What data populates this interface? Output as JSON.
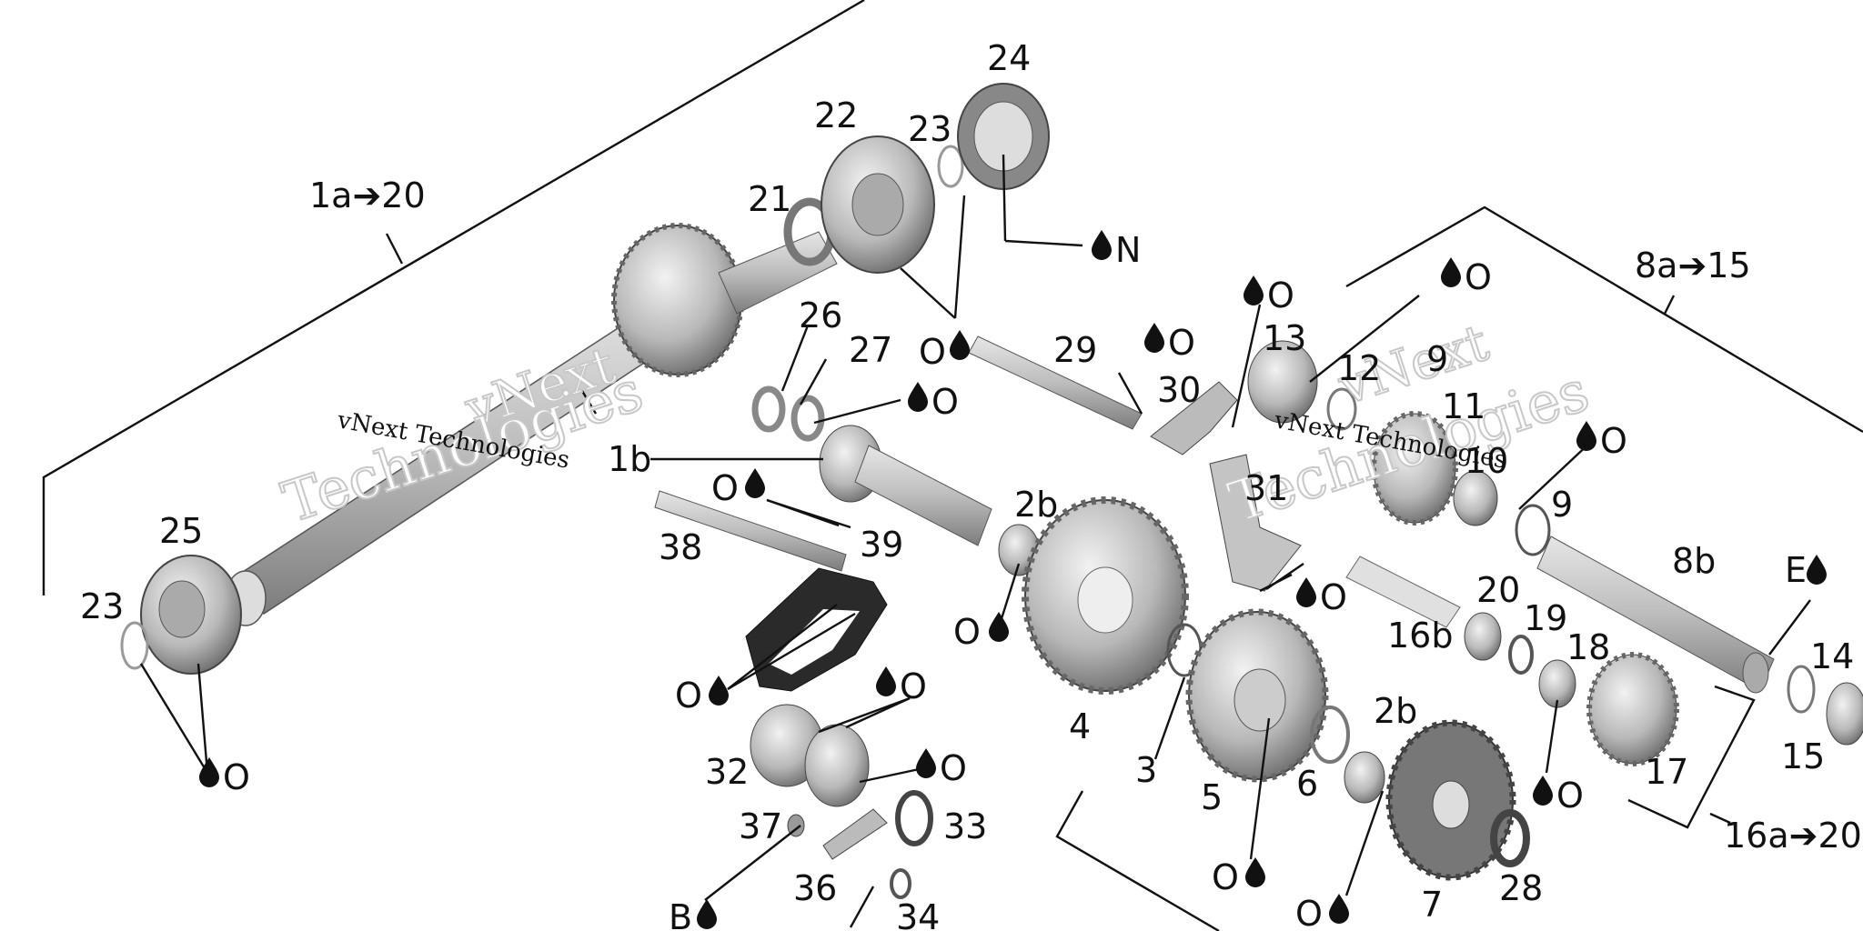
{
  "callouts": {
    "c1a_20": "1a➔20",
    "c8a_15": "8a➔15",
    "c16a_20": "16a➔20",
    "c1b": "1b",
    "c2b_a": "2b",
    "c2b_b": "2b",
    "c3": "3",
    "c4": "4",
    "c5": "5",
    "c6": "6",
    "c7": "7",
    "c8b": "8b",
    "c9_a": "9",
    "c9_b": "9",
    "c10": "10",
    "c11": "11",
    "c12": "12",
    "c13": "13",
    "c14": "14",
    "c15": "15",
    "c16b": "16b",
    "c17": "17",
    "c18": "18",
    "c19": "19",
    "c20": "20",
    "c21": "21",
    "c22": "22",
    "c23_a": "23",
    "c23_b": "23",
    "c24": "24",
    "c25": "25",
    "c26": "26",
    "c27": "27",
    "c28": "28",
    "c29": "29",
    "c30": "30",
    "c31": "31",
    "c32": "32",
    "c33": "33",
    "c34": "34",
    "c36": "36",
    "c37": "37",
    "c38": "38",
    "c39": "39"
  },
  "lube": {
    "l_n": "N",
    "l_o": "O",
    "l_e": "E",
    "l_b": "B"
  },
  "watermark": {
    "line1": "vNext",
    "line2": "Technologies",
    "small": "vNext Technologies"
  },
  "colors": {
    "ink": "#111111",
    "part_light": "#d4d4d4",
    "part_mid": "#9a9a9a",
    "part_dark": "#555555",
    "watermark": "#cfcfcf"
  }
}
